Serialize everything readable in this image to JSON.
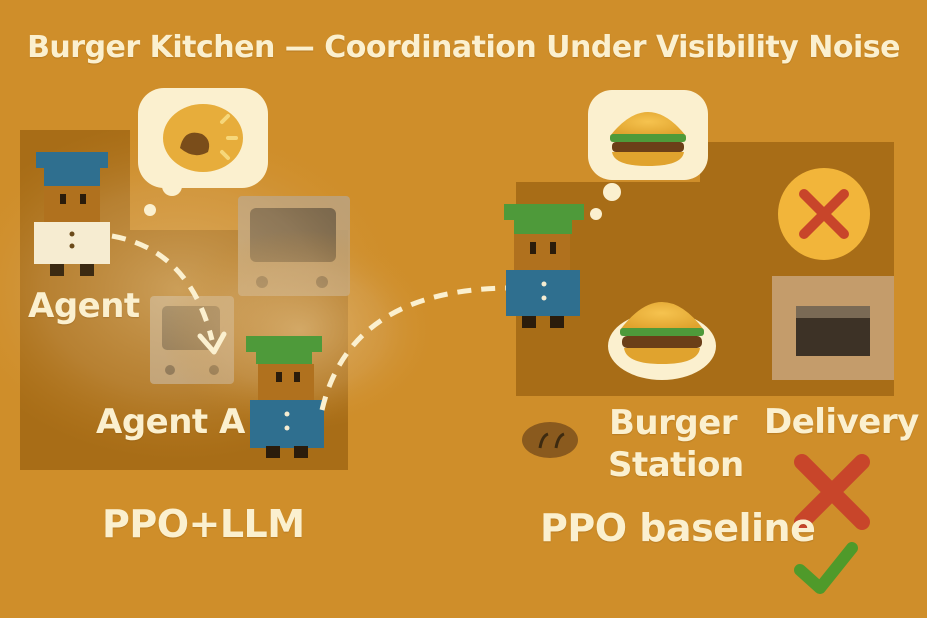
{
  "title": "Burger Kitchen — Coordination Under Visibility Noise",
  "left_panel": {
    "agent_label": "Agent",
    "agent_a_label": "Agent A",
    "method_label": "PPO+LLM",
    "thought_icon": "raw-patty-icon"
  },
  "right_panel": {
    "burger_station_label": "Burger\nStation",
    "delivery_label": "Delivery",
    "method_label": "PPO baseline",
    "thought_icon": "burger-icon",
    "delivery_status_icon": "x-mark-icon"
  },
  "outcome_marks": {
    "fail_icon": "red-x-icon",
    "success_icon": "green-check-icon"
  },
  "colors": {
    "background": "#cf8e2a",
    "floor_dark": "#a86d17",
    "label_text": "#fbf0cf",
    "chef_blue": "#2f6f8f",
    "chef_green": "#4e9a3a",
    "fail_red": "#c8452a",
    "success_green": "#4f9a2a"
  }
}
